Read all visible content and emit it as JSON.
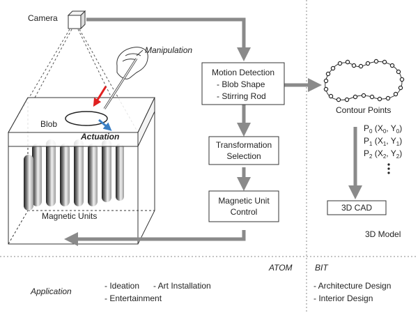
{
  "labels": {
    "camera": "Camera",
    "manipulation": "Manipulation",
    "blob": "Blob",
    "actuation": "Actuation",
    "magnetic_units": "Magnetic Units"
  },
  "boxes": {
    "motion_detection": [
      "Motion Detection",
      "- Blob Shape",
      "- Stirring Rod"
    ],
    "transformation_selection": [
      "Transformation",
      "Selection"
    ],
    "magnetic_unit_control": [
      "Magnetic Unit",
      "Control"
    ],
    "cad": "3D CAD"
  },
  "contour": {
    "label": "Contour Points",
    "points": [
      {
        "p": "P",
        "i": "0",
        "x": "X",
        "xi": "0",
        "y": "Y",
        "yi": "0"
      },
      {
        "p": "P",
        "i": "1",
        "x": "X",
        "xi": "1",
        "y": "Y",
        "yi": "1"
      },
      {
        "p": "P",
        "i": "2",
        "x": "X",
        "xi": "2",
        "y": "Y",
        "yi": "2"
      }
    ]
  },
  "model_label": "3D Model",
  "sections": {
    "atom": "ATOM",
    "bit": "BIT"
  },
  "application": {
    "label": "Application",
    "atom_items": [
      "- Ideation",
      "- Art Installation",
      "- Entertainment"
    ],
    "bit_items": [
      "- Architecture Design",
      "- Interior Design"
    ]
  },
  "colors": {
    "arrow_grey": "#8a8a8a",
    "red_arrow": "#e02020",
    "blue_arrow": "#3b7fc4"
  }
}
